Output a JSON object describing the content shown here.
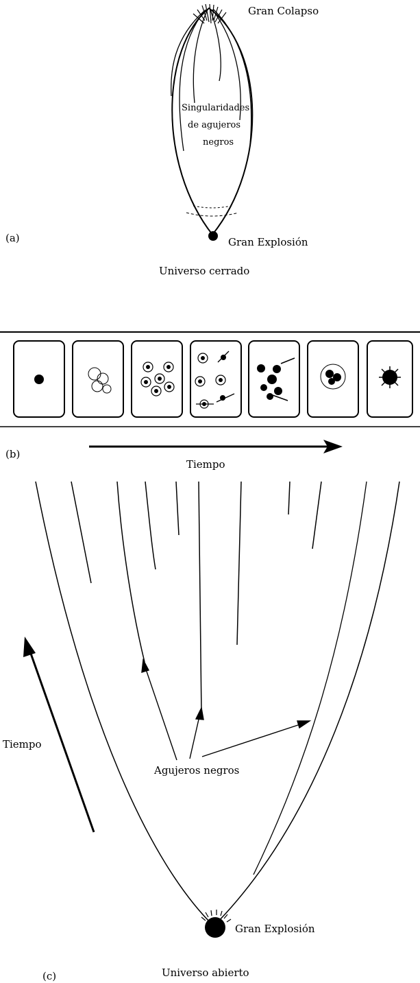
{
  "panel_a": {
    "tag": "(a)",
    "top_label": "Gran Colapso",
    "singularities_label": [
      "Singularidades",
      "de agujeros",
      "negros"
    ],
    "bottom_label": "Gran Explosión",
    "caption": "Universo cerrado"
  },
  "panel_b": {
    "tag": "(b)",
    "arrow_label": "Tiempo",
    "frames": [
      {
        "content": "single dense dot"
      },
      {
        "content": "faint clustered blobs"
      },
      {
        "content": "ringed galaxies"
      },
      {
        "content": "spread galaxies with jets"
      },
      {
        "content": "dark merging clumps"
      },
      {
        "content": "single dark cluster"
      },
      {
        "content": "single dark spiky mass"
      }
    ]
  },
  "panel_c": {
    "tag": "(c)",
    "time_label": "Tiempo",
    "black_holes_label": "Agujeros negros",
    "bottom_label": "Gran Explosión",
    "caption": "Universo abierto"
  }
}
